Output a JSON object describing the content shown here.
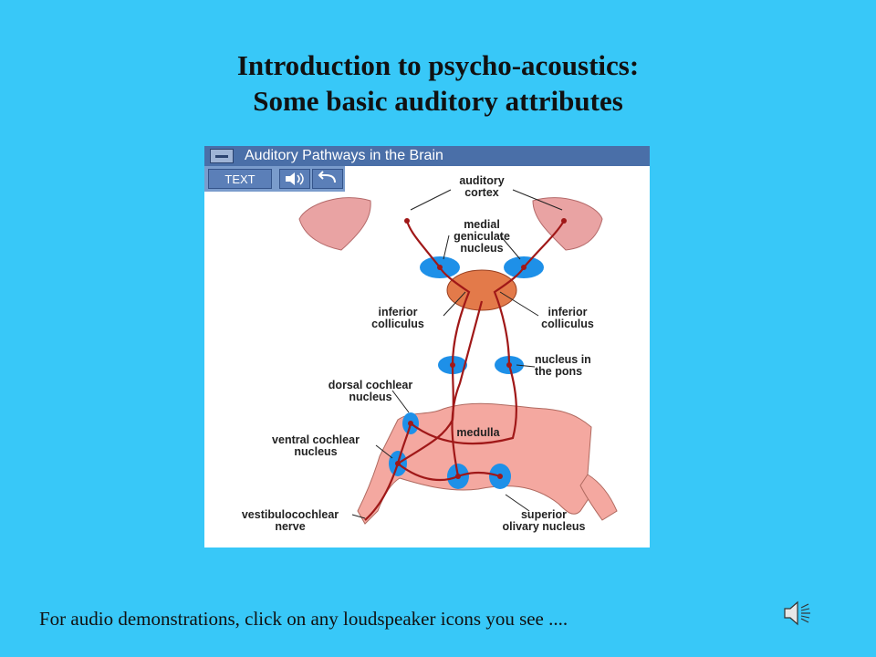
{
  "title": {
    "line1": "Introduction to psycho-acoustics:",
    "line2": "Some basic auditory attributes"
  },
  "panel": {
    "title": "Auditory Pathways in the Brain",
    "text_button": "TEXT",
    "icons": [
      "menu-icon",
      "loudspeaker-icon",
      "back-arrow-icon"
    ]
  },
  "diagram": {
    "labels": {
      "auditory_cortex_1": "auditory",
      "auditory_cortex_2": "cortex",
      "mgn_1": "medial",
      "mgn_2": "geniculate",
      "mgn_3": "nucleus",
      "ic_left_1": "inferior",
      "ic_left_2": "colliculus",
      "ic_right_1": "inferior",
      "ic_right_2": "colliculus",
      "pons_1": "nucleus in",
      "pons_2": "the pons",
      "dcn_1": "dorsal cochlear",
      "dcn_2": "nucleus",
      "medulla": "medulla",
      "vcn_1": "ventral cochlear",
      "vcn_2": "nucleus",
      "vcn_nerve_1": "vestibulocochlear",
      "vcn_nerve_2": "nerve",
      "son_1": "superior",
      "son_2": "olivary nucleus"
    },
    "colors": {
      "nucleus": "#1e90e8",
      "tissue": "#f4a8a0",
      "pathway": "#a01818",
      "cortex": "#e8a0a0"
    }
  },
  "footer": {
    "text": "For audio demonstrations, click on any loudspeaker icons you see ...."
  },
  "speaker_icon": "loudspeaker-icon",
  "background": "#38c8f8"
}
